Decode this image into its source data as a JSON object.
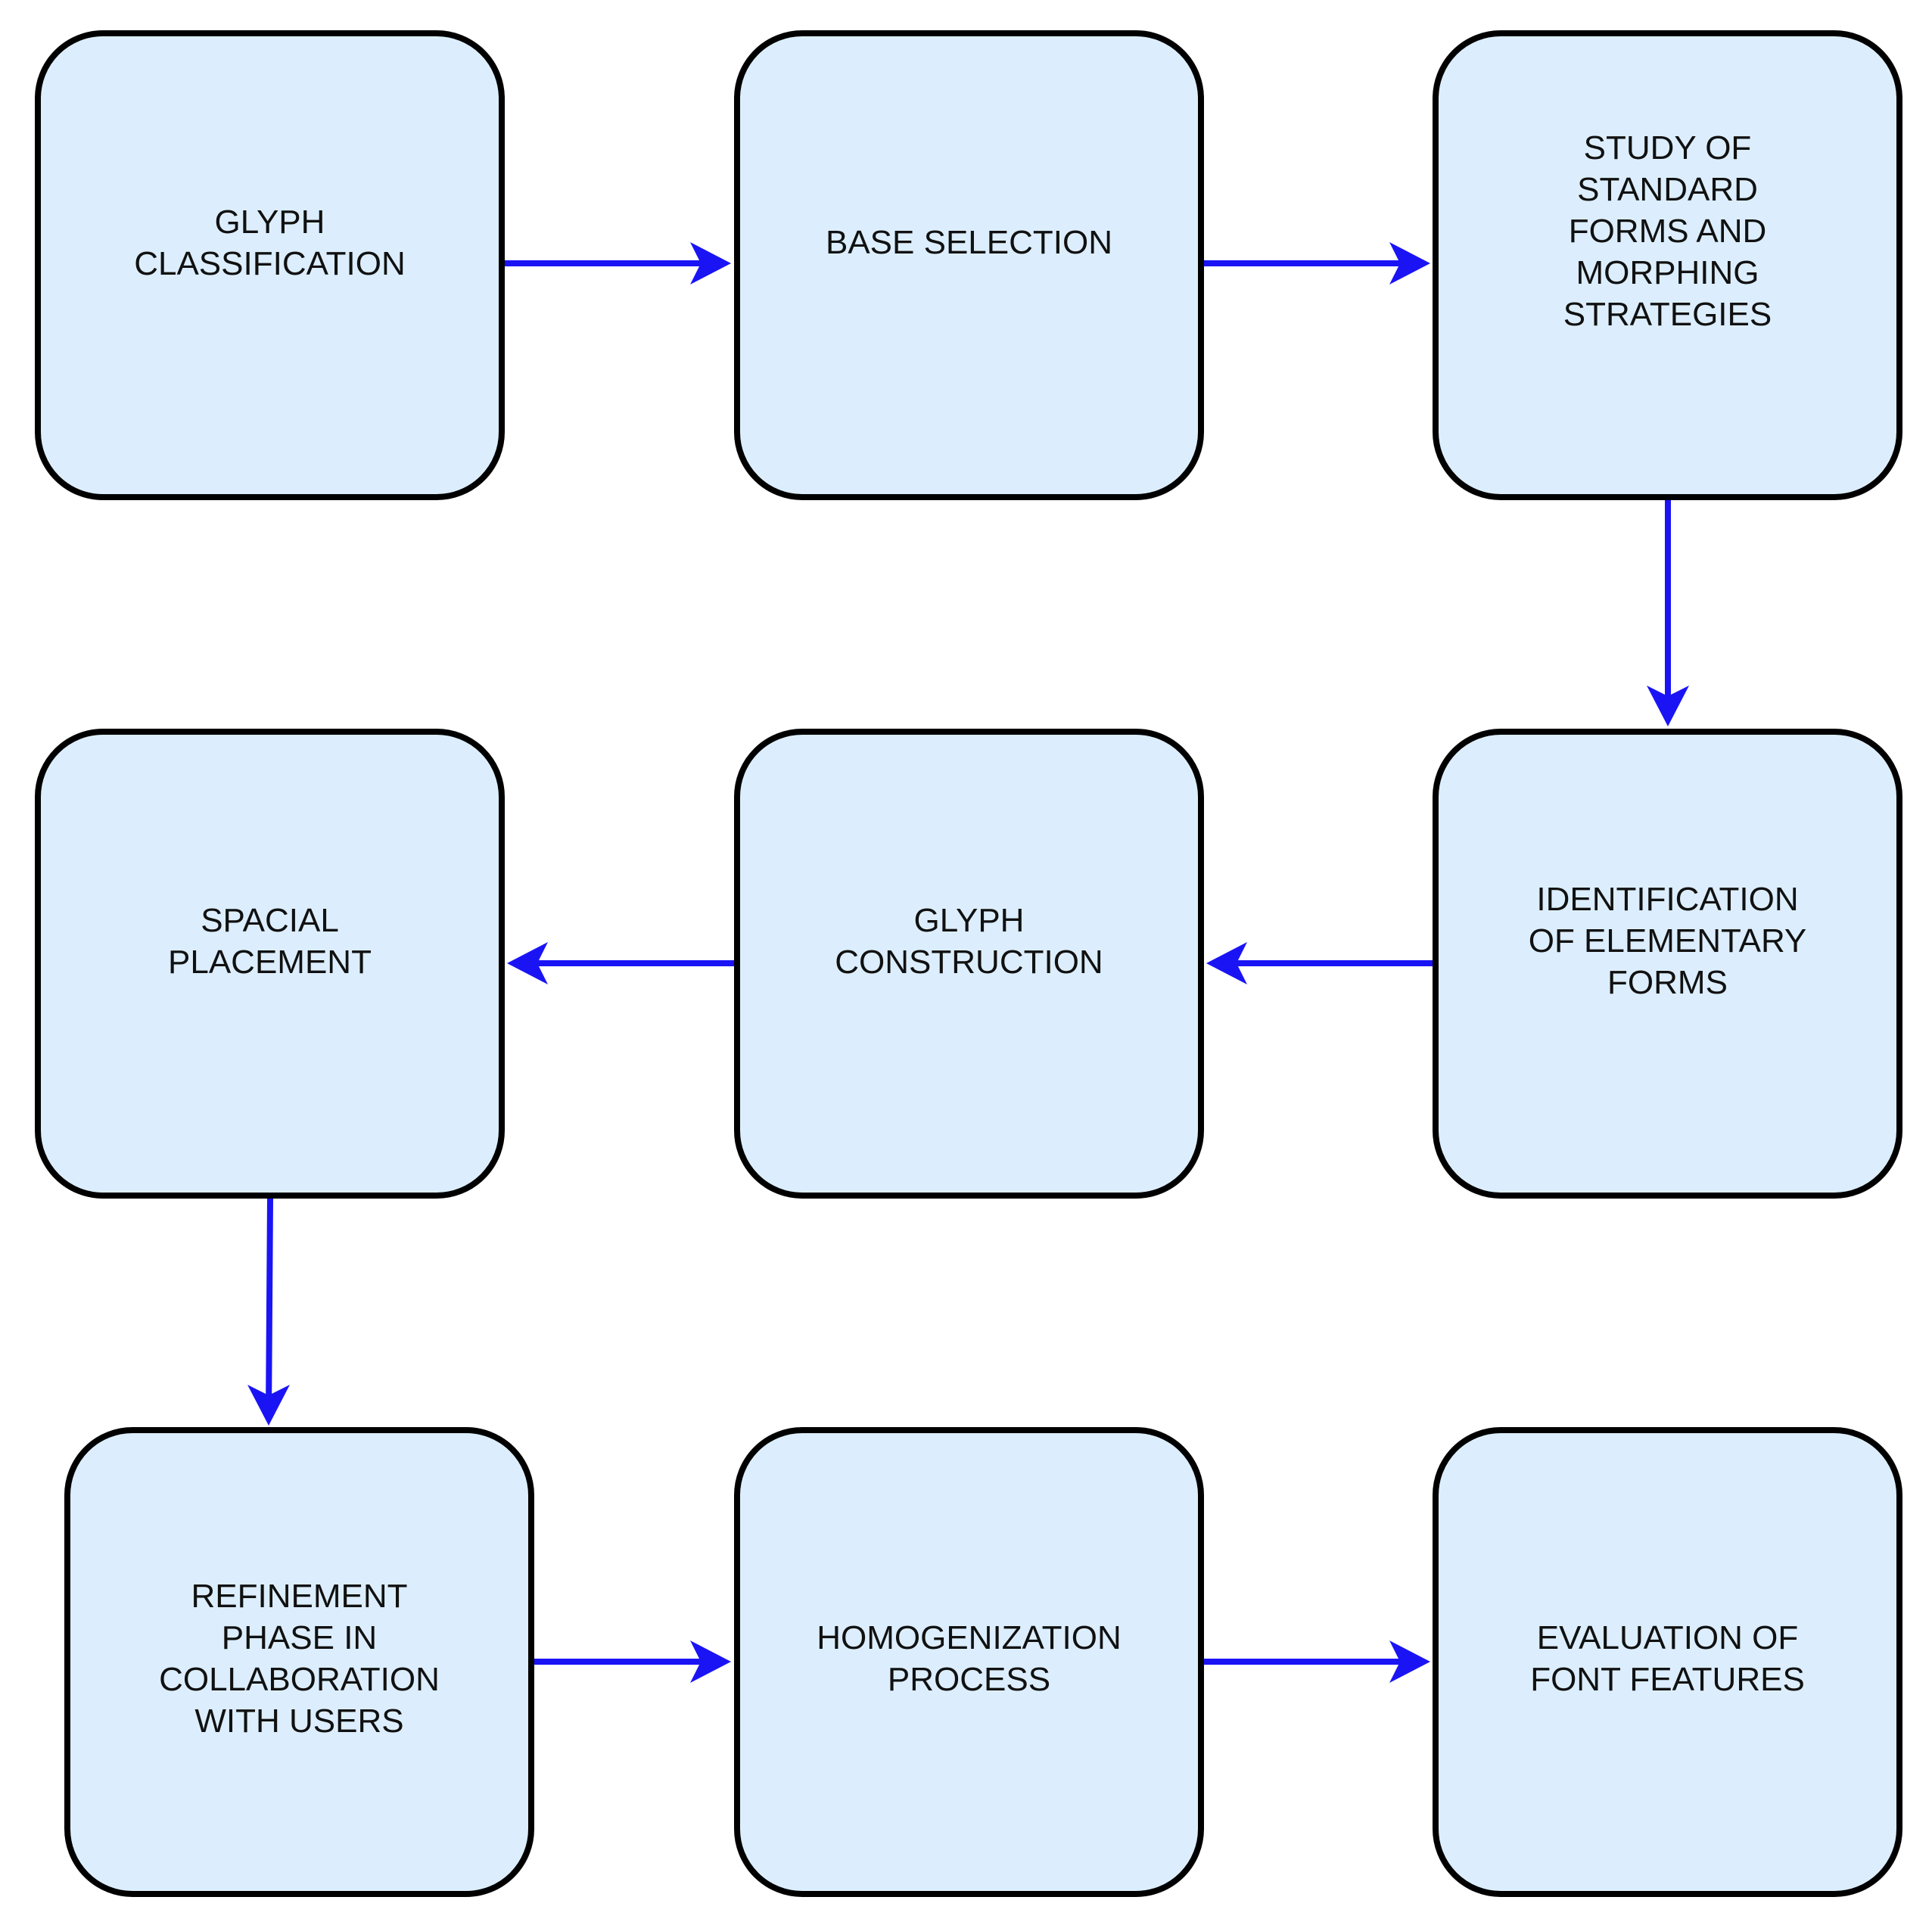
{
  "colors": {
    "box_fill": "#dceefd",
    "box_border": "#000000",
    "arrow": "#1a14f5",
    "text": "#111111"
  },
  "steps": [
    {
      "id": "glyph-classification",
      "label": "GLYPH\nCLASSIFICATION"
    },
    {
      "id": "base-selection",
      "label": "BASE SELECTION"
    },
    {
      "id": "study-standard-forms",
      "label": "STUDY OF\nSTANDARD\nFORMS AND\nMORPHING\nSTRATEGIES"
    },
    {
      "id": "identification-elementary-forms",
      "label": "IDENTIFICATION\nOF ELEMENTARY\nFORMS"
    },
    {
      "id": "glyph-construction",
      "label": "GLYPH\nCONSTRUCTION"
    },
    {
      "id": "spacial-placement",
      "label": "SPACIAL\nPLACEMENT"
    },
    {
      "id": "refinement-phase",
      "label": "REFINEMENT\nPHASE IN\nCOLLABORATION\nWITH USERS"
    },
    {
      "id": "homogenization-process",
      "label": "HOMOGENIZATION\nPROCESS"
    },
    {
      "id": "evaluation-font-features",
      "label": "EVALUATION OF\nFONT FEATURES"
    }
  ],
  "flow": [
    {
      "from": "glyph-classification",
      "to": "base-selection"
    },
    {
      "from": "base-selection",
      "to": "study-standard-forms"
    },
    {
      "from": "study-standard-forms",
      "to": "identification-elementary-forms"
    },
    {
      "from": "identification-elementary-forms",
      "to": "glyph-construction"
    },
    {
      "from": "glyph-construction",
      "to": "spacial-placement"
    },
    {
      "from": "spacial-placement",
      "to": "refinement-phase"
    },
    {
      "from": "refinement-phase",
      "to": "homogenization-process"
    },
    {
      "from": "homogenization-process",
      "to": "evaluation-font-features"
    }
  ]
}
